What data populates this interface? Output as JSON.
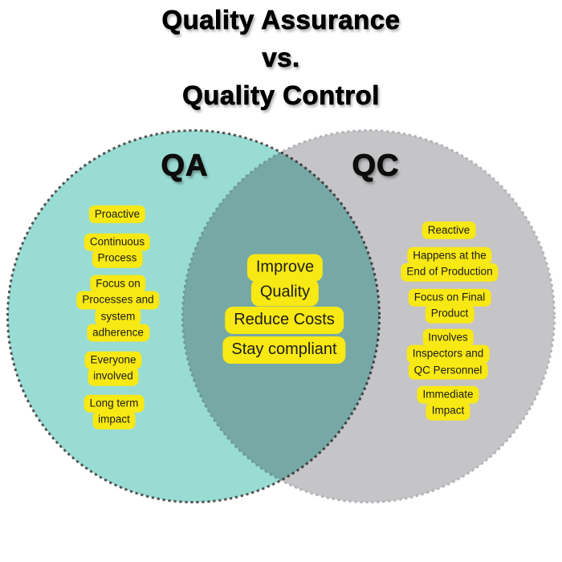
{
  "title": {
    "lines": [
      "Quality Assurance",
      "vs.",
      "Quality Control"
    ]
  },
  "colors": {
    "left_circle": "#99dcd3",
    "right_circle": "#c5c4c7",
    "overlap": "#76a9a5",
    "left_border": "#525252",
    "right_border": "#b4b2b6",
    "highlight": "#f8e814",
    "label_text": "#1c1c1c",
    "title_text": "#000000"
  },
  "venn": {
    "left": {
      "heading": "QA",
      "labels": [
        {
          "lines": [
            "Proactive"
          ]
        },
        {
          "lines": [
            "Continuous",
            "Process"
          ]
        },
        {
          "lines": [
            "Focus on",
            "Processes and",
            "system",
            "adherence"
          ]
        },
        {
          "lines": [
            "Everyone",
            "involved"
          ]
        },
        {
          "lines": [
            "Long term",
            "impact"
          ]
        }
      ]
    },
    "center": {
      "labels": [
        {
          "lines": [
            "Improve",
            "Quality"
          ]
        },
        {
          "lines": [
            "Reduce Costs"
          ]
        },
        {
          "lines": [
            "Stay compliant"
          ]
        }
      ]
    },
    "right": {
      "heading": "QC",
      "labels": [
        {
          "lines": [
            "Reactive"
          ]
        },
        {
          "lines": [
            "Happens at the",
            "End of Production"
          ]
        },
        {
          "lines": [
            "Focus on Final",
            "Product"
          ]
        },
        {
          "lines": [
            "Involves",
            "Inspectors and",
            "QC Personnel"
          ]
        },
        {
          "lines": [
            "Immediate",
            "Impact"
          ]
        }
      ]
    }
  }
}
